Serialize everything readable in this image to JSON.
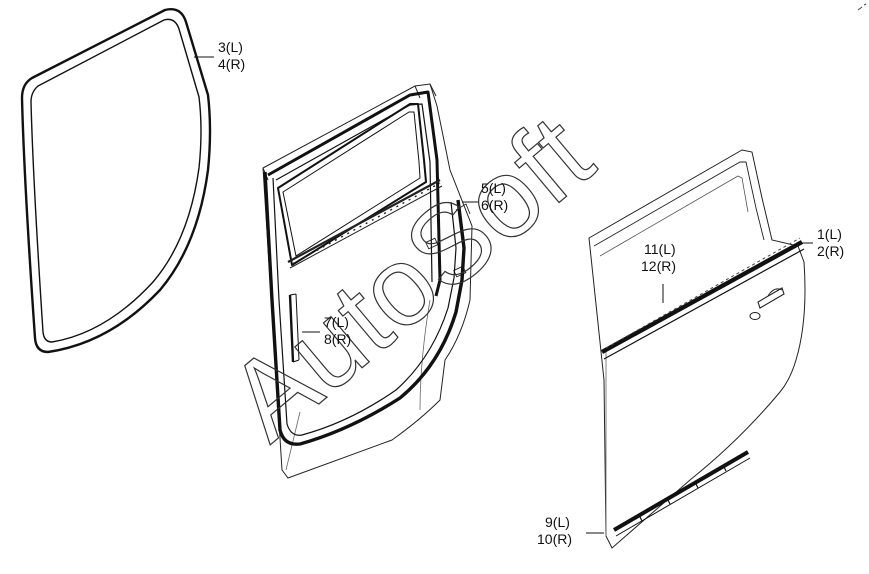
{
  "diagram": {
    "watermark": "AutoSoft",
    "callouts": [
      {
        "line1": "3(L)",
        "line2": "4(R)"
      },
      {
        "line1": "5(L)",
        "line2": "6(R)"
      },
      {
        "line1": "7(L)",
        "line2": "8(R)"
      },
      {
        "line1": "1(L)",
        "line2": "2(R)"
      },
      {
        "line1": "11(L)",
        "line2": "12(R)"
      },
      {
        "line1": "9(L)",
        "line2": "10(R)"
      }
    ]
  }
}
